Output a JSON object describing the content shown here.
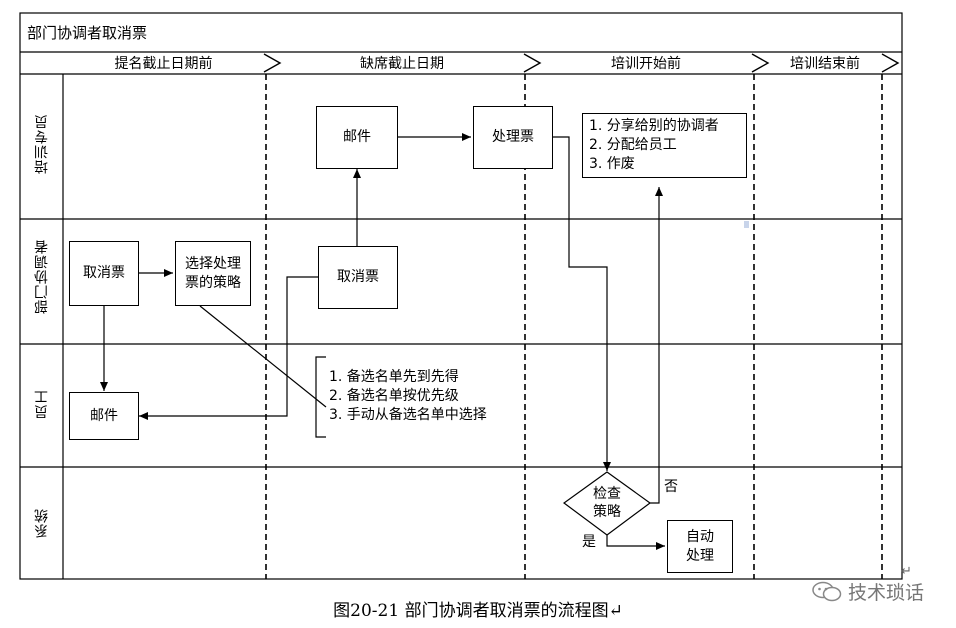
{
  "diagram": {
    "title": "部门协调者取消票",
    "phases": [
      "提名截止日期前",
      "缺席截止日期",
      "培训开始前",
      "培训结束前"
    ],
    "lanes": [
      "培训专员",
      "部门协调者",
      "员工",
      "系统"
    ],
    "nodes": {
      "mail_trainer": "邮件",
      "process_ticket": "处理票",
      "options_list": [
        "1. 分享给别的协调者",
        "2. 分配给员工",
        "3. 作废"
      ],
      "cancel_ticket_1": "取消票",
      "choose_strategy": [
        "选择处理",
        "票的策略"
      ],
      "cancel_ticket_2": "取消票",
      "strategy_list": [
        "1. 备选名单先到先得",
        "2. 备选名单按优先级",
        "3. 手动从备选名单中选择"
      ],
      "mail_employee": "邮件",
      "check_policy": [
        "检查",
        "策略"
      ],
      "auto_process": [
        "自动",
        "处理"
      ]
    },
    "edge_labels": {
      "no": "否",
      "yes": "是"
    }
  },
  "caption": "图20-21    部门协调者取消票的流程图↵",
  "watermark": "技术琐话",
  "watermark_icon": "wechat-icon"
}
